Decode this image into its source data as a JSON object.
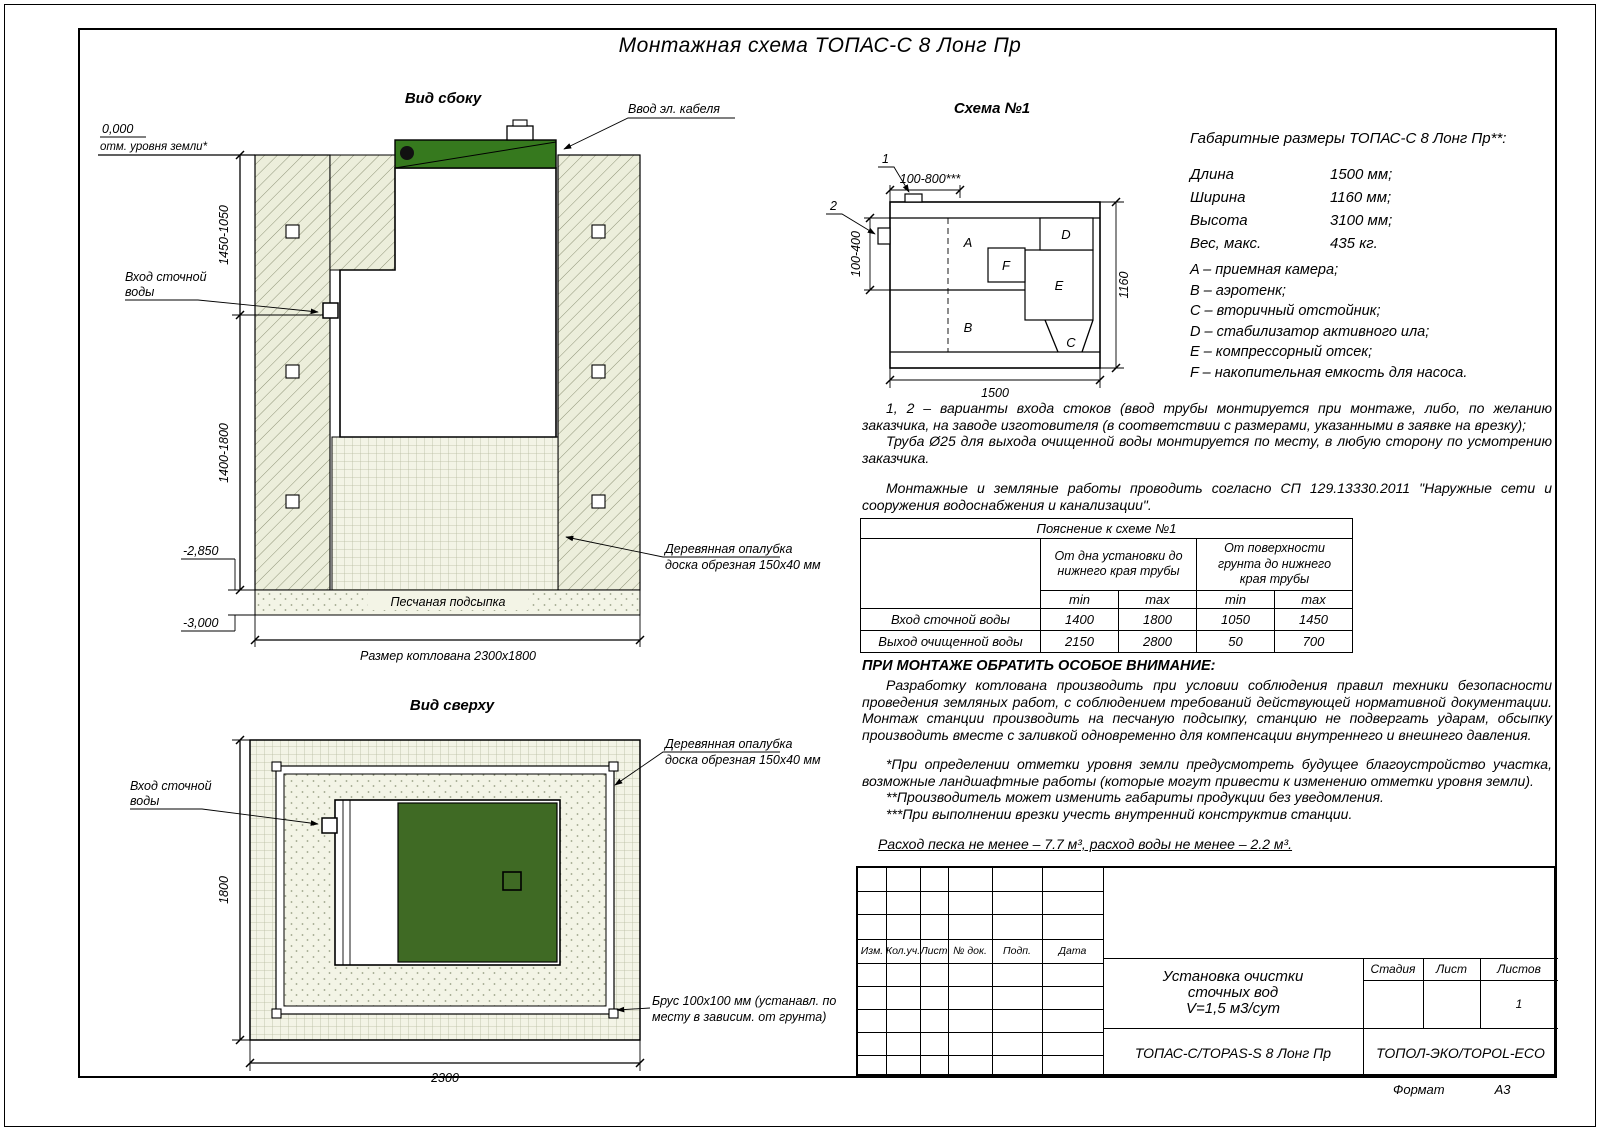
{
  "title": "Монтажная схема ТОПАС-С 8 Лонг Пр",
  "colors": {
    "lid_green": "#36791e",
    "tank_green": "#3f6a24"
  },
  "side_view": {
    "label": "Вид сбоку",
    "cable_label": "Ввод эл. кабеля",
    "zero_level": "0,000",
    "zero_note": "отм. уровня земли*",
    "dim_upper": "1450-1050",
    "dim_lower": "1400-1800",
    "inlet_line1": "Вход сточной",
    "inlet_line2": "воды",
    "depth_pit": "-2,850",
    "depth_bottom": "-3,000",
    "formwork_line1": "Деревянная опалубка",
    "formwork_line2": "доска обрезная 150x40 мм",
    "sand_label": "Песчаная подсыпка",
    "pit_dim": "Размер котлована 2300x1800"
  },
  "top_view": {
    "label": "Вид сверху",
    "inlet_line1": "Вход сточной",
    "inlet_line2": "воды",
    "formwork_line1": "Деревянная опалубка",
    "formwork_line2": "доска обрезная 150x40 мм",
    "beam_line1": "Брус 100x100 мм (устанавл. по",
    "beam_line2": "месту в зависим. от грунта)",
    "dim_vertical": "1800",
    "dim_horizontal": "2300"
  },
  "scheme": {
    "label": "Схема №1",
    "marker_1": "1",
    "marker_2": "2",
    "dim_top": "100-800***",
    "dim_left": "100-400",
    "dim_right": "1160",
    "dim_bottom": "1500",
    "chamber_a": "A",
    "chamber_b": "B",
    "chamber_c": "C",
    "chamber_d": "D",
    "chamber_e": "E",
    "chamber_f": "F"
  },
  "dimensions": {
    "title": "Габаритные размеры ТОПАС-С 8 Лонг Пр**:",
    "rows": [
      {
        "label": "Длина",
        "value": "1500 мм;"
      },
      {
        "label": "Ширина",
        "value": "1160 мм;"
      },
      {
        "label": "Высота",
        "value": "3100 мм;"
      },
      {
        "label": "Вес, макс.",
        "value": "435 кг."
      }
    ]
  },
  "legend": {
    "items": [
      "A – приемная камера;",
      "B – аэротенк;",
      "C – вторичный отстойник;",
      "D – стабилизатор активного ила;",
      "E – компрессорный отсек;",
      "F – накопительная емкость для насоса."
    ]
  },
  "notes": {
    "para1": "1, 2 – варианты входа стоков (ввод трубы монтируется при монтаже, либо, по желанию заказчика, на заводе изготовителя (в соответствии с размерами, указанными в заявке на врезку);",
    "para2": "Труба Ø25 для выхода очищенной воды монтируется по месту, в любую сторону по усмотрению заказчика.",
    "para3": "Монтажные и земляные работы проводить согласно СП 129.13330.2011 \"Наружные сети и сооружения водоснабжения и канализации\"."
  },
  "table": {
    "title": "Пояснение к схеме №1",
    "col_group1": "От дна установки до нижнего края трубы",
    "col_group2": "От поверхности грунта до нижнего края трубы",
    "min1": "min",
    "max1": "max",
    "min2": "min",
    "max2": "max",
    "rows": [
      {
        "label": "Вход сточной воды",
        "v1": "1400",
        "v2": "1800",
        "v3": "1050",
        "v4": "1450"
      },
      {
        "label": "Выход очищенной воды",
        "v1": "2150",
        "v2": "2800",
        "v3": "50",
        "v4": "700"
      }
    ]
  },
  "attention": {
    "title": "ПРИ МОНТАЖЕ ОБРАТИТЬ ОСОБОЕ ВНИМАНИЕ:",
    "body": "Разработку котлована производить при условии соблюдения правил техники безопасности проведения земляных работ, с соблюдением требований действующей нормативной документации. Монтаж станции производить на песчаную подсыпку, станцию не подвергать ударам, обсыпку производить вместе с заливкой одновременно для компенсации внутреннего и внешнего давления.",
    "footnote1": "*При определении отметки уровня земли предусмотреть будущее благоустройство участка, возможные ландшафтные работы (которые могут привести к изменению отметки уровня земли).",
    "footnote2": "**Производитель может изменить габариты продукции без уведомления.",
    "footnote3": "***При выполнении врезки учесть внутренний конструктив станции.",
    "consumption": "Расход песка не менее – 7.7 м³, расход воды не менее – 2.2 м³."
  },
  "title_block": {
    "col_izm": "Изм.",
    "col_koluch": "Кол.уч.",
    "col_list": "Лист",
    "col_doc": "№ док.",
    "col_podp": "Подп.",
    "col_data": "Дата",
    "project_line1": "Установка очистки",
    "project_line2": "сточных вод",
    "project_line3": "V=1,5 м3/сут",
    "stage_label": "Стадия",
    "sheet_label": "Лист",
    "sheets_label": "Листов",
    "sheets_value": "1",
    "model": "ТОПАС-С/TOPAS-S 8 Лонг Пр",
    "company": "ТОПОЛ-ЭКО/TOPOL-ECO"
  },
  "format": {
    "label": "Формат",
    "value": "А3"
  }
}
